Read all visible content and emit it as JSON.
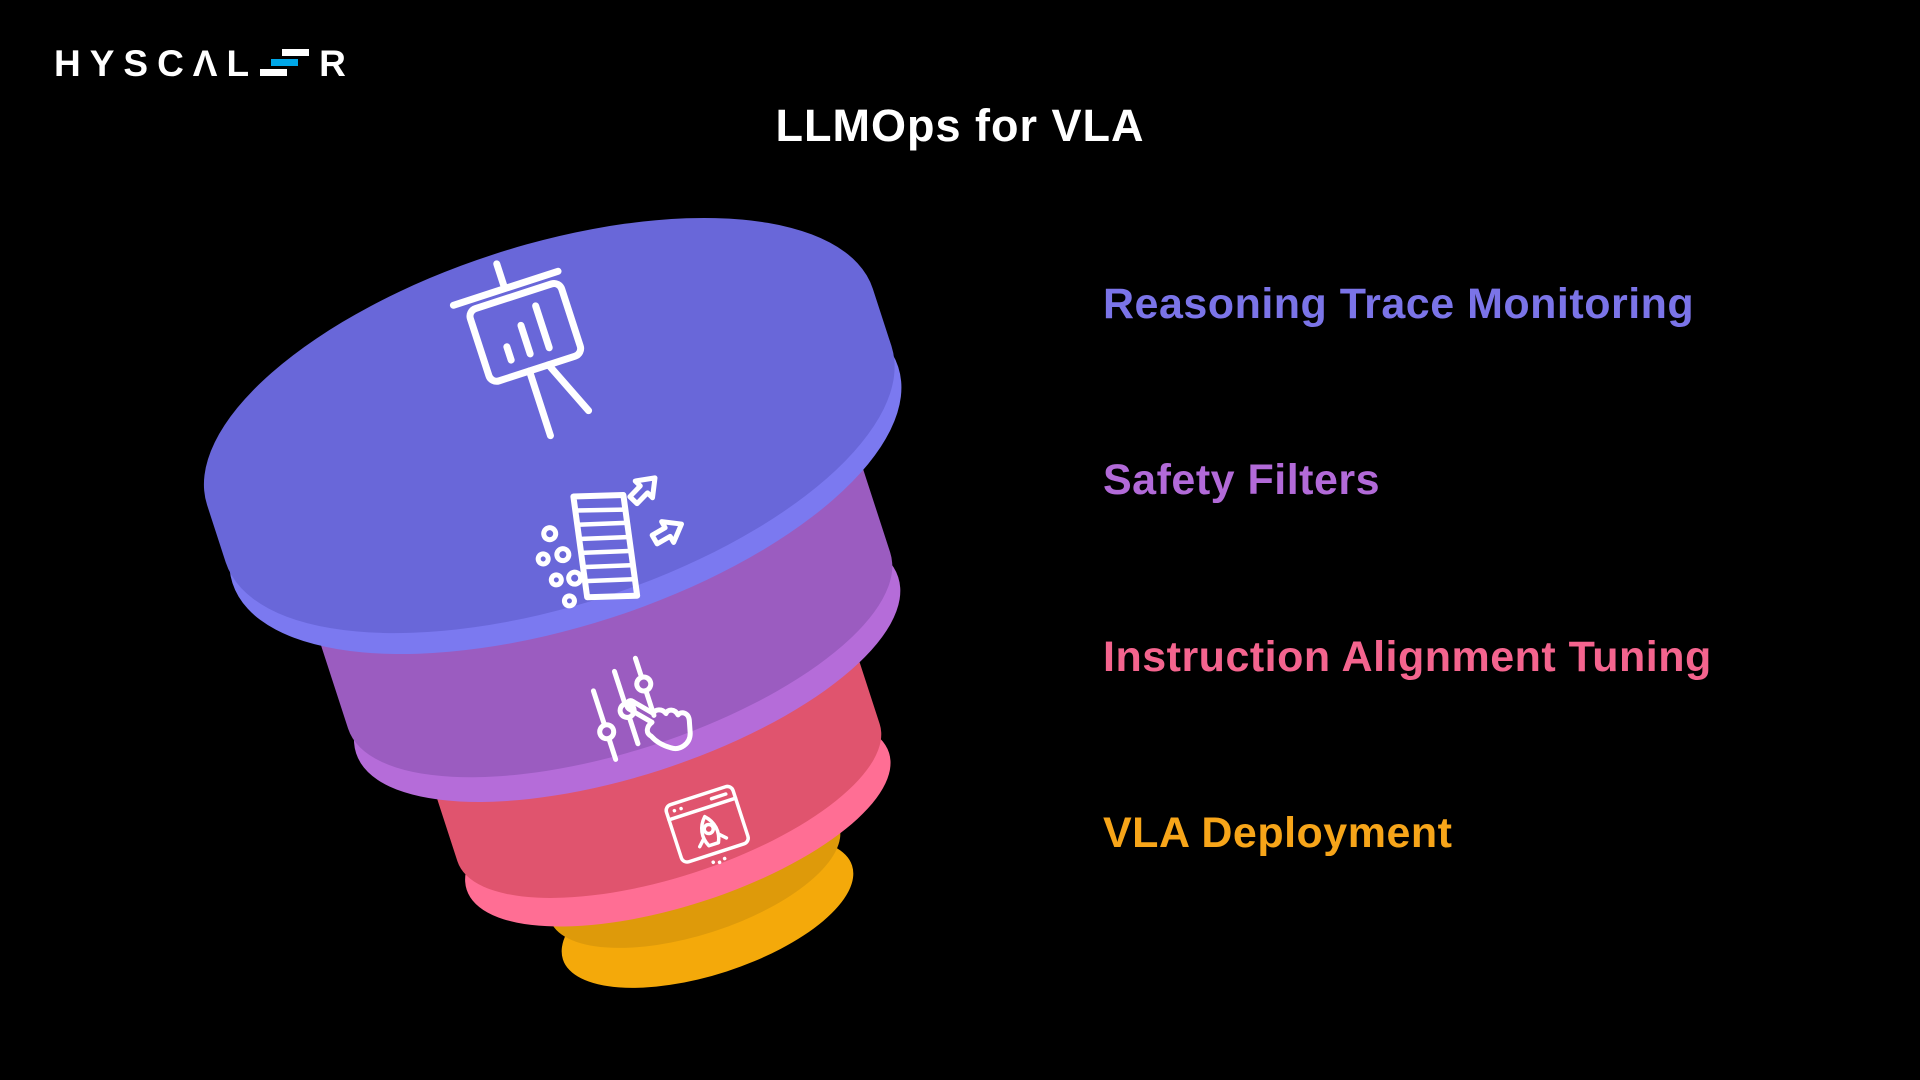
{
  "background_color": "#000000",
  "logo": {
    "prefix": "HYSCΛL",
    "suffix": "R",
    "text_color": "#FFFFFF",
    "accent_color": "#00A7E8"
  },
  "title": {
    "text": "LLMOps for VLA",
    "color": "#FFFFFF"
  },
  "funnel": {
    "tiers": [
      {
        "stage": "Reasoning Trace Monitoring",
        "icon": "presentation-chart-icon",
        "wall_color": "#6967D9",
        "lip_color": "#7B79F0"
      },
      {
        "stage": "Safety Filters",
        "icon": "filter-icon",
        "wall_color": "#9B5CC0",
        "lip_color": "#B56CD9"
      },
      {
        "stage": "Instruction Alignment Tuning",
        "icon": "sliders-hand-icon",
        "wall_color": "#E0546E",
        "lip_color": "#FF6E94"
      },
      {
        "stage": "VLA Deployment",
        "icon": "rocket-window-icon",
        "wall_color": "#DE9A0A",
        "lip_color": "#F4A90A"
      }
    ]
  },
  "labels": [
    {
      "text": "Reasoning Trace Monitoring",
      "color": "#7B74E8"
    },
    {
      "text": "Safety Filters",
      "color": "#B26AD8"
    },
    {
      "text": "Instruction Alignment Tuning",
      "color": "#F4648E"
    },
    {
      "text": "VLA Deployment",
      "color": "#F7A519"
    }
  ]
}
